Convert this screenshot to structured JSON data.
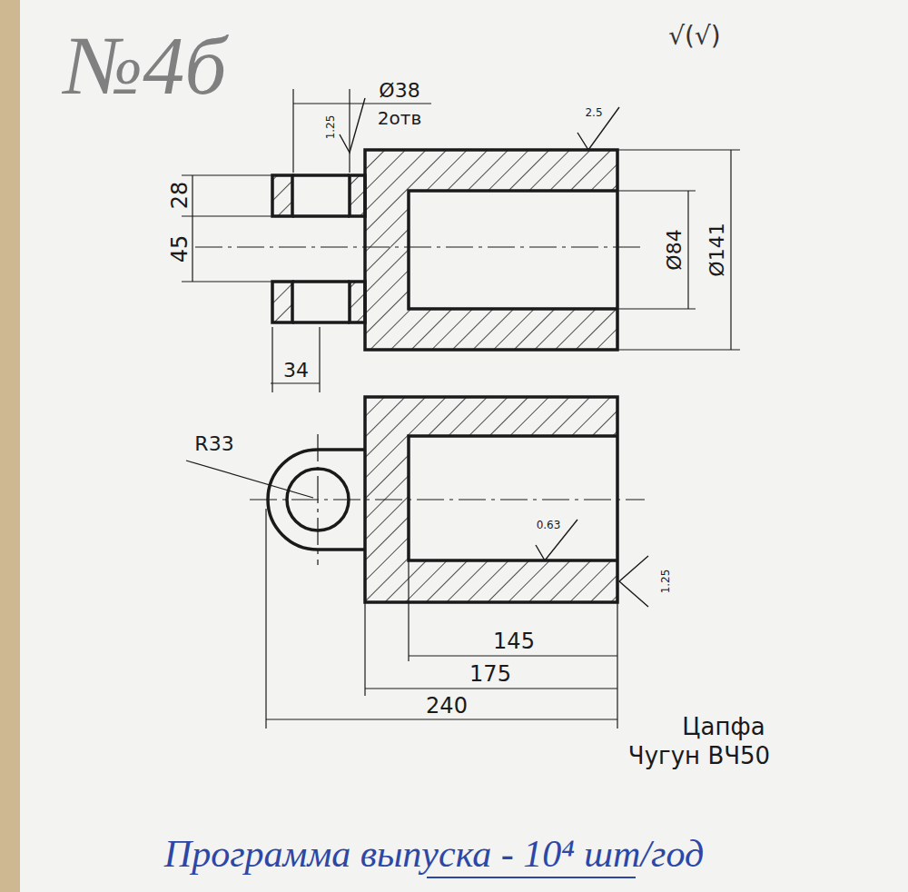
{
  "diagram": {
    "labels": [
      "№4б",
      "√(√)",
      "Ø38",
      "2отв",
      "1.25",
      "2.5",
      "28",
      "45",
      "Ø84",
      "Ø141",
      "34",
      "R33",
      "0.63",
      "1.25",
      "145",
      "175",
      "240",
      "Цапфа",
      "Чугун ВЧ50",
      "Программа выпуска - 10⁴ шт/год"
    ]
  }
}
